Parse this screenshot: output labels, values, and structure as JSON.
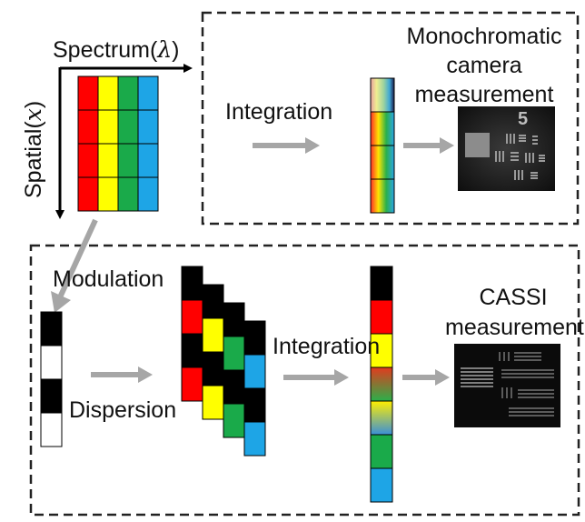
{
  "labels": {
    "spectrum": "Spectrum(",
    "lambda": "λ",
    "spectrum_close": ")",
    "spatial": "Spatial(",
    "x_var": "x",
    "spatial_close": ")",
    "integration_top": "Integration",
    "mono_line1": "Monochromatic",
    "mono_line2": "camera",
    "mono_line3": "measurement",
    "modulation": "Modulation",
    "dispersion": "Dispersion",
    "integration_bottom": "Integration",
    "cassi_line1": "CASSI",
    "cassi_line2": "measurement"
  },
  "colors": {
    "red": "#ff0000",
    "yellow": "#ffff00",
    "green": "#1aaa4a",
    "blue": "#1ea5e6",
    "arrow_gray": "#a6a6a6",
    "mask_black": "#000000",
    "mask_white": "#ffffff"
  },
  "cube": {
    "rows": 4,
    "columns": [
      "red",
      "yellow",
      "green",
      "blue"
    ]
  },
  "coded_aperture": [
    "black",
    "white",
    "black",
    "white"
  ],
  "dispersed_columns": [
    [
      "black",
      "red",
      "black",
      "red"
    ],
    [
      "black",
      "yellow",
      "black",
      "yellow"
    ],
    [
      "black",
      "green",
      "black",
      "green"
    ],
    [
      "black",
      "blue",
      "black",
      "blue"
    ]
  ],
  "cassi_strip": [
    "black",
    "red",
    "yellow",
    "red-green",
    "yellow-blue",
    "green",
    "blue"
  ]
}
